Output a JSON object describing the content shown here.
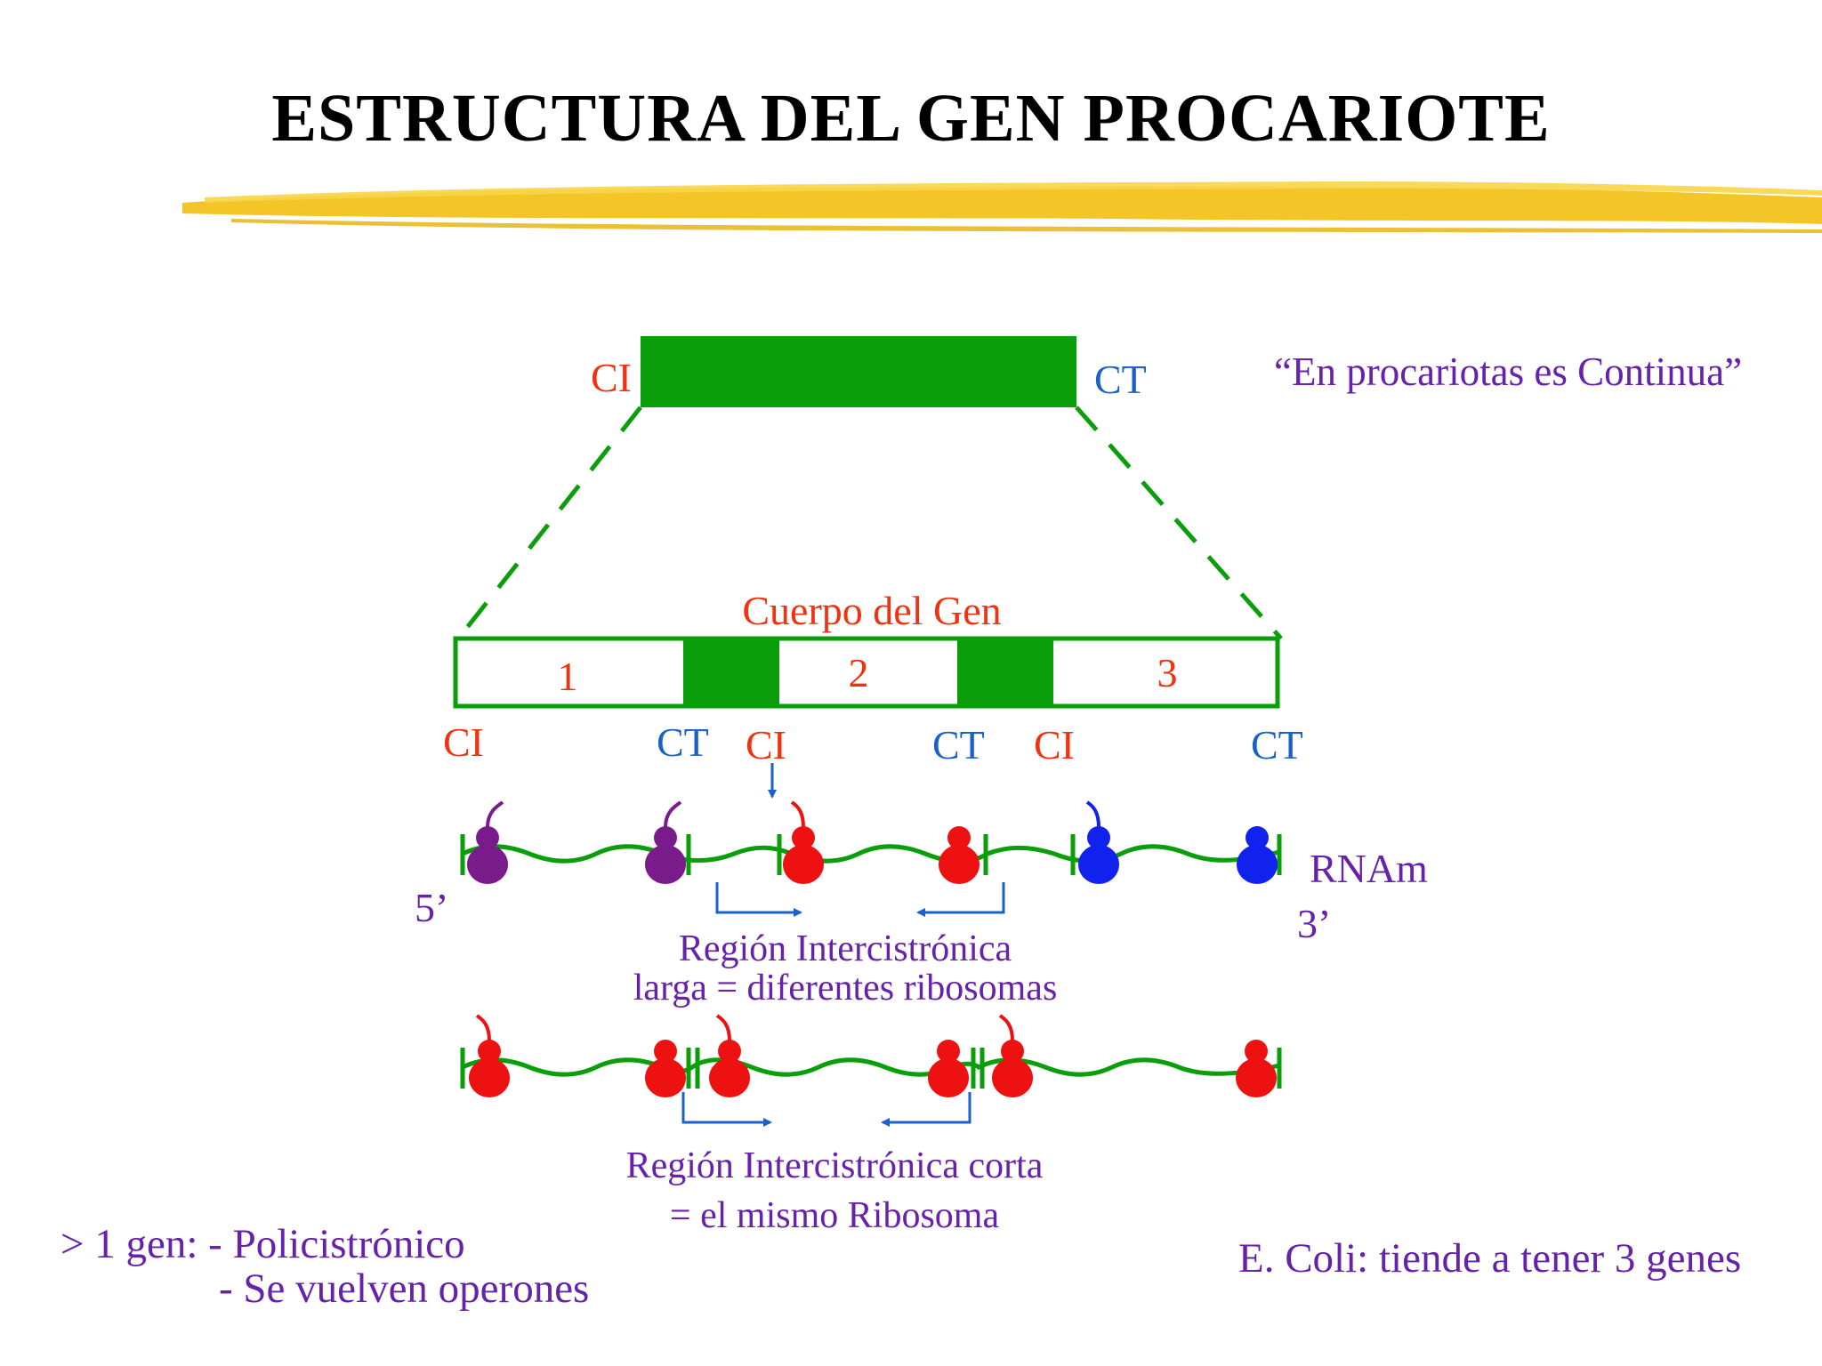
{
  "title": "ESTRUCTURA DEL GEN PROCARIOTE",
  "colors": {
    "gene_green": "#0a9e0a",
    "label_red": "#ee3311",
    "label_blue": "#1a62c8",
    "text_purple": "#6622aa",
    "ribosome_purple": "#7a1b8c",
    "ribosome_red": "#ee1111",
    "ribosome_blue": "#1122ee",
    "arrow_blue": "#1a62c8",
    "brush_yellow": "#f2c21b"
  },
  "top_gene": {
    "left_label": "CI",
    "right_label": "CT",
    "quote": "“En procariotas es Continua”"
  },
  "gene_body": {
    "heading": "Cuerpo del Gen",
    "segments": [
      "1",
      "2",
      "3"
    ],
    "bottom_labels": [
      "CI",
      "CT",
      "CI",
      "CT",
      "CI",
      "CT"
    ]
  },
  "rna": {
    "label": "RNAm",
    "five_prime": "5’",
    "three_prime": "3’",
    "long_region_line1": "Región Intercistrónica",
    "long_region_line2": "larga = diferentes ribosomas",
    "short_region_line1": "Región Intercistrónica corta",
    "short_region_line2": "= el mismo Ribosoma"
  },
  "notes": {
    "left_line1": "> 1 gen: - Policistrónico",
    "left_line2": "- Se vuelven operones",
    "right": "E. Coli:  tiende a tener 3 genes"
  }
}
